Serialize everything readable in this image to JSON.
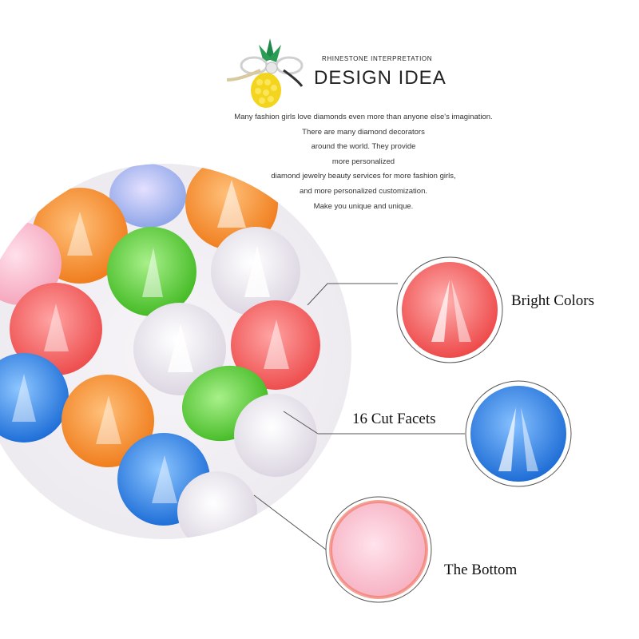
{
  "header": {
    "eyebrow": "RHINESTONE INTERPRETATION",
    "title": "DESIGN IDEA",
    "logo_icon": "pineapple-brooch-icon"
  },
  "intro_lines": [
    "Many fashion girls love diamonds even more than anyone else's imagination.",
    "There are many diamond decorators",
    "around the world. They provide",
    "more personalized",
    "diamond jewelry beauty services for more fashion girls,",
    "and more personalized customization.",
    "Make you unique and unique."
  ],
  "features": {
    "bright_colors": "Bright Colors",
    "cut_facets": "16 Cut Facets",
    "bottom": "The Bottom"
  },
  "colors": {
    "orange": "#f5922f",
    "green": "#5ecf3a",
    "red": "#f05a5a",
    "blue": "#2f7fe0",
    "white": "#f1eef3",
    "pink": "#f6b8c8",
    "line": "#555555"
  }
}
